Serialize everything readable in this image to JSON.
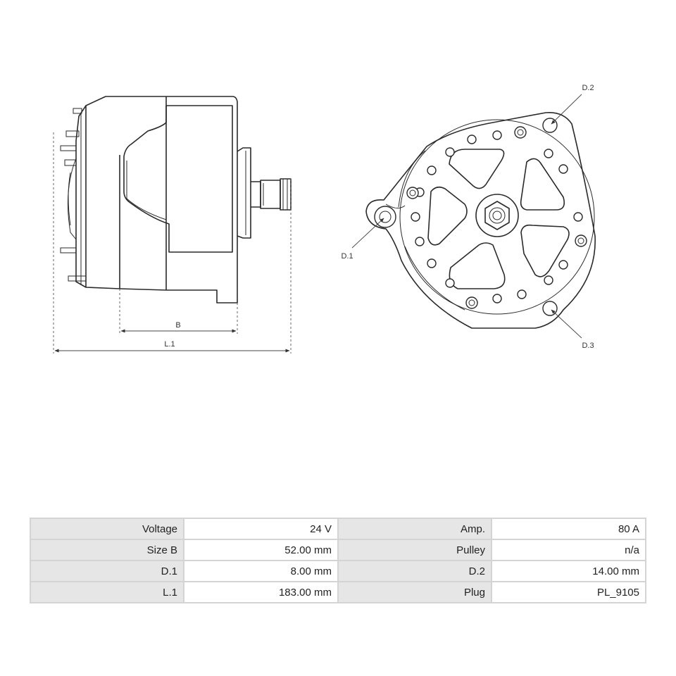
{
  "dimension_labels": {
    "B": "B",
    "L1": "L.1",
    "D1": "D.1",
    "D2": "D.2",
    "D3": "D.3"
  },
  "specs": [
    {
      "label": "Voltage",
      "value": "24 V",
      "label2": "Amp.",
      "value2": "80 A"
    },
    {
      "label": "Size B",
      "value": "52.00 mm",
      "label2": "Pulley",
      "value2": "n/a"
    },
    {
      "label": "D.1",
      "value": "8.00 mm",
      "label2": "D.2",
      "value2": "14.00 mm"
    },
    {
      "label": "L.1",
      "value": "183.00 mm",
      "label2": "Plug",
      "value2": "PL_9105"
    }
  ],
  "colors": {
    "label_cell_bg": "#e6e6e6",
    "value_cell_bg": "#ffffff",
    "border": "#d4d4d4"
  }
}
